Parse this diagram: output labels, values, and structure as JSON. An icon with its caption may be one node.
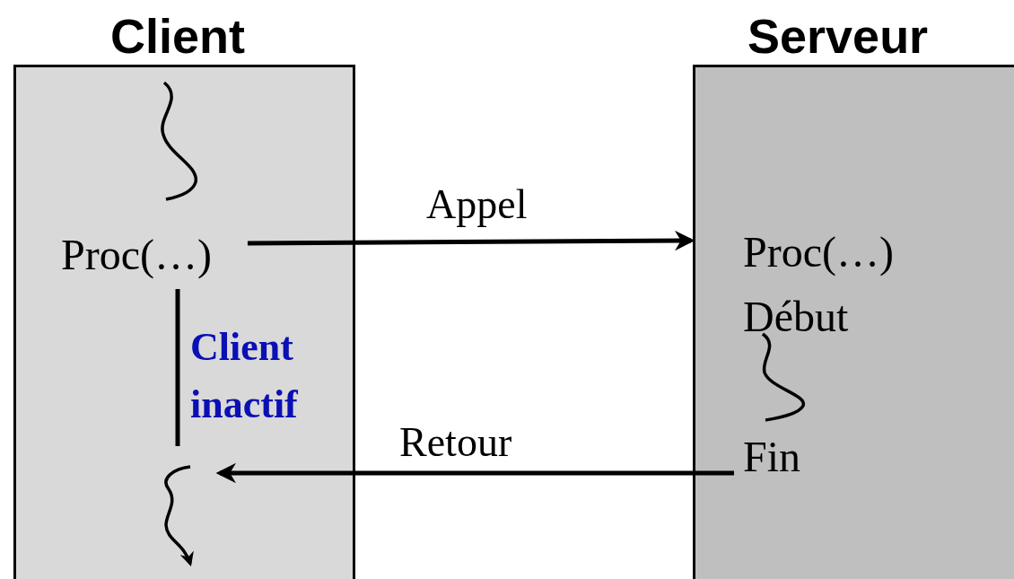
{
  "diagram": {
    "nodes": [
      {
        "text": [
          "Client"
        ]
      },
      {
        "text": [
          "Serveur"
        ]
      },
      {
        "text": [
          "Proc(…)"
        ],
        "in": 0
      },
      {
        "text": [
          "Proc(…)"
        ],
        "in": 1
      },
      {
        "text": [
          "Début"
        ],
        "in": 1
      },
      {
        "text": [
          "Fin"
        ],
        "in": 1
      }
    ],
    "edges": [
      {
        "from": 2,
        "to": 1,
        "arrow": "to",
        "label": "Appel"
      },
      {
        "from": 5,
        "to": null,
        "arrow": "to",
        "label": "Retour"
      }
    ],
    "labels": [
      "Client inactif"
    ]
  }
}
